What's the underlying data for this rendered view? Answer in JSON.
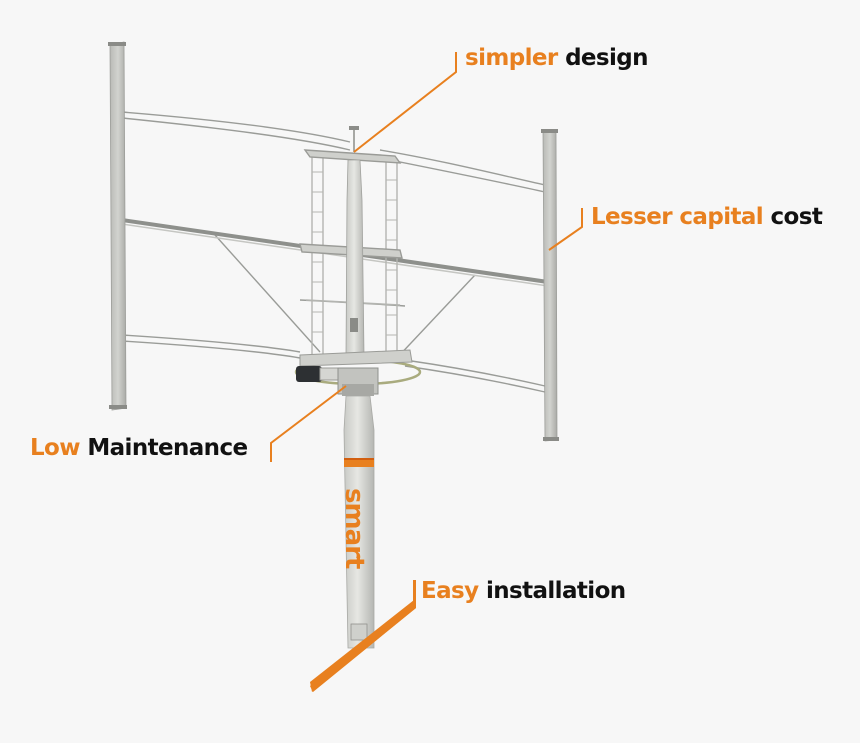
{
  "diagram": {
    "subject": "vertical-axis wind turbine",
    "background_color": "#f7f7f7",
    "accent_color": "#e8801f",
    "text_color": "#111111",
    "mast_branding": "smart",
    "callouts": [
      {
        "id": "simpler-design",
        "highlight": "simpler",
        "rest": "design"
      },
      {
        "id": "lesser-capital-cost",
        "highlight": "Lesser capital",
        "rest": "cost"
      },
      {
        "id": "low-maintenance",
        "highlight": "Low",
        "rest": "Maintenance"
      },
      {
        "id": "easy-installation",
        "highlight": "Easy",
        "rest": "installation"
      }
    ]
  }
}
